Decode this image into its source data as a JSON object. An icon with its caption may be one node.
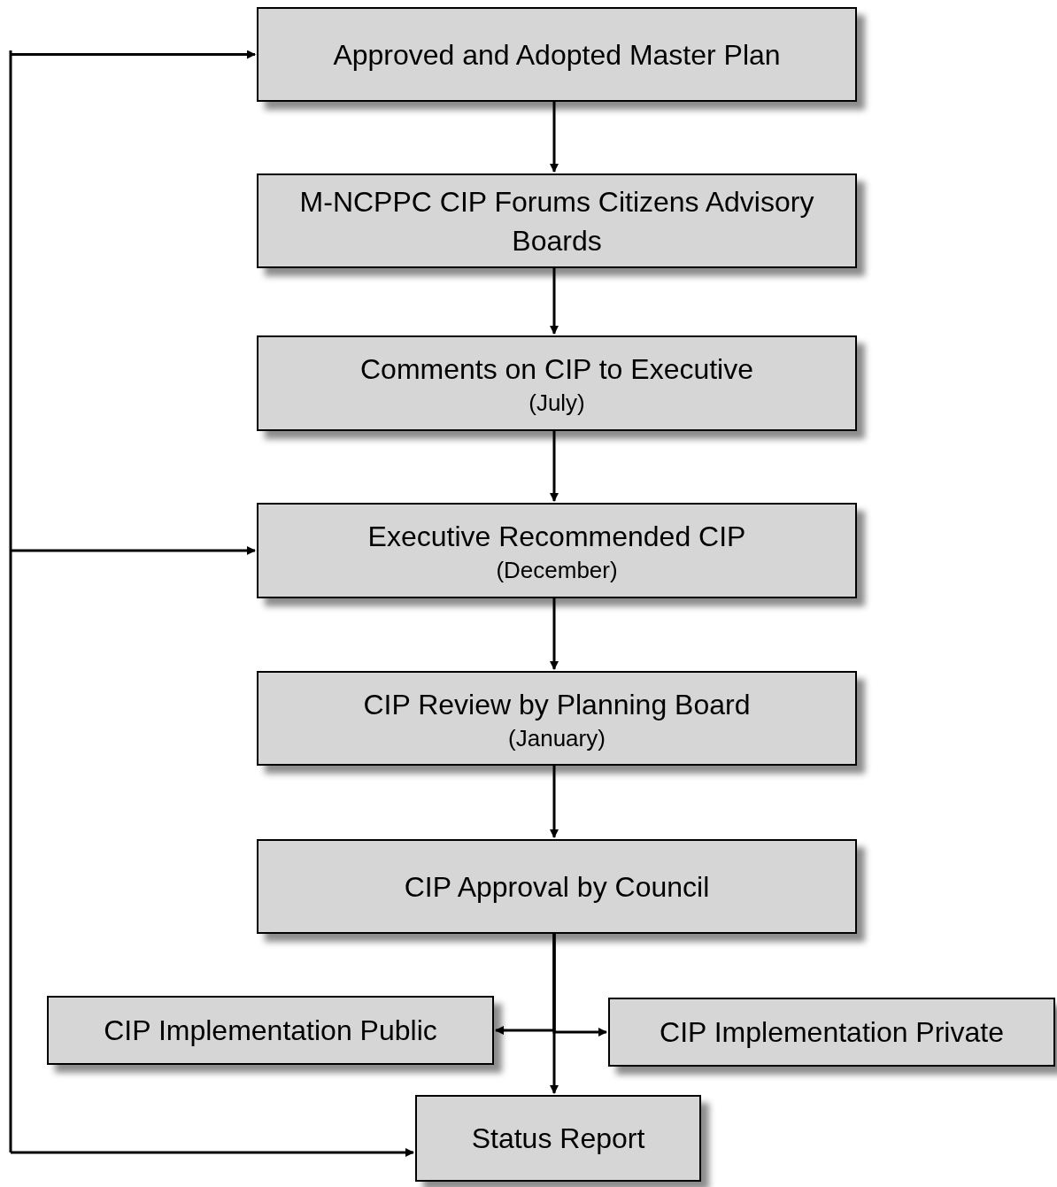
{
  "diagram": {
    "nodes": [
      {
        "text": [
          "Approved and Adopted Master Plan"
        ]
      },
      {
        "text": [
          "M-NCPPC CIP Forums Citizens Advisory Boards"
        ]
      },
      {
        "text": [
          "Comments on CIP to Executive",
          "(July)"
        ]
      },
      {
        "text": [
          "Executive Recommended CIP",
          "(December)"
        ]
      },
      {
        "text": [
          "CIP Review by Planning Board",
          "(January)"
        ]
      },
      {
        "text": [
          "CIP Approval by Council"
        ]
      },
      {
        "text": [
          "CIP Implementation Public"
        ]
      },
      {
        "text": [
          "CIP Implementation Private"
        ]
      },
      {
        "text": [
          "Status Report"
        ]
      }
    ],
    "edges": [
      {
        "from": 0,
        "to": 1,
        "arrow": "to"
      },
      {
        "from": 1,
        "to": 2,
        "arrow": "to"
      },
      {
        "from": 2,
        "to": 3,
        "arrow": "to"
      },
      {
        "from": 3,
        "to": 4,
        "arrow": "to"
      },
      {
        "from": 4,
        "to": 5,
        "arrow": "to"
      },
      {
        "from": 5,
        "to": 8,
        "arrow": "to"
      },
      {
        "from": 5,
        "to": 6,
        "arrow": "to"
      },
      {
        "from": 5,
        "to": 7,
        "arrow": "to"
      },
      {
        "from": null,
        "to": 0,
        "arrow": "to"
      },
      {
        "from": null,
        "to": 3,
        "arrow": "to"
      },
      {
        "from": null,
        "to": 8,
        "arrow": "to"
      }
    ]
  }
}
